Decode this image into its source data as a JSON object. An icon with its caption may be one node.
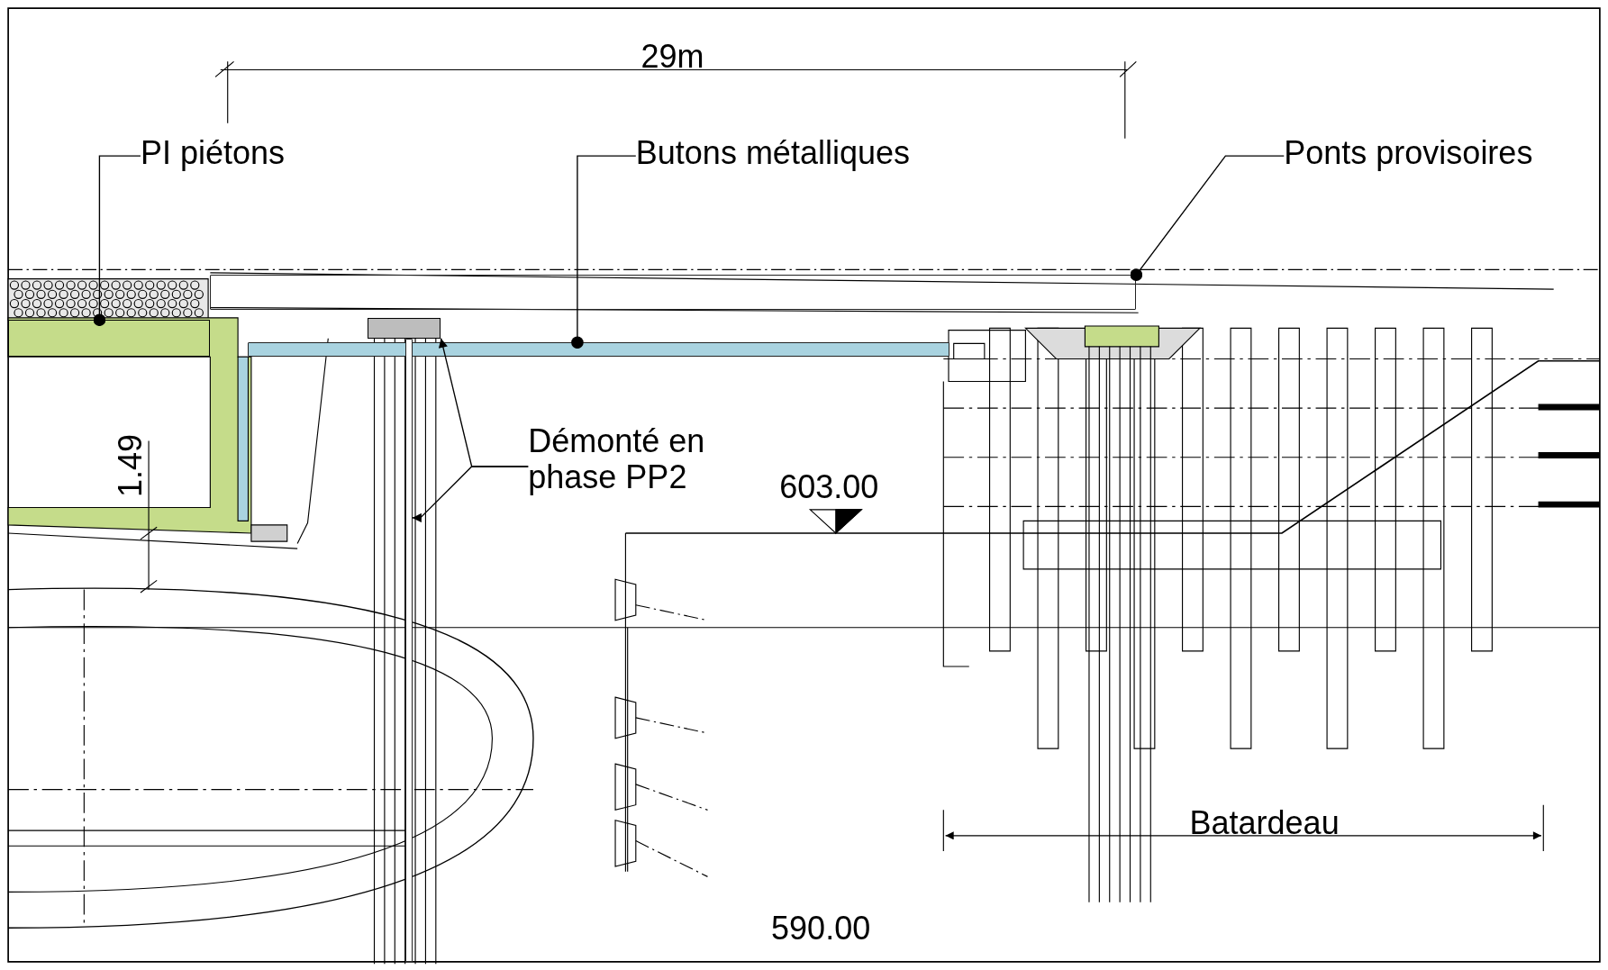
{
  "diagram": {
    "nodes": [
      {
        "text": [
          "PI piétons"
        ]
      },
      {
        "text": [],
        "shape": "box"
      },
      {
        "text": [
          "Butons métalliques"
        ]
      },
      {
        "text": [],
        "shape": "bar"
      },
      {
        "text": [
          "Ponts provisoires"
        ]
      },
      {
        "text": [],
        "shape": "bar"
      },
      {
        "text": [
          "Démonté en phase PP2"
        ]
      },
      {
        "text": [],
        "shape": "box"
      },
      {
        "text": [],
        "shape": "bar"
      }
    ],
    "edges": [
      {
        "from": 0,
        "to": 1,
        "arrow": "other"
      },
      {
        "from": 2,
        "to": 3,
        "arrow": "other"
      },
      {
        "from": 4,
        "to": 5,
        "arrow": "other"
      },
      {
        "from": 6,
        "to": 7,
        "arrow": "to"
      },
      {
        "from": 6,
        "to": 8,
        "arrow": "to"
      }
    ],
    "labels": [
      "29m",
      "1.49",
      "603.00",
      "Batardeau",
      "590.00"
    ]
  }
}
